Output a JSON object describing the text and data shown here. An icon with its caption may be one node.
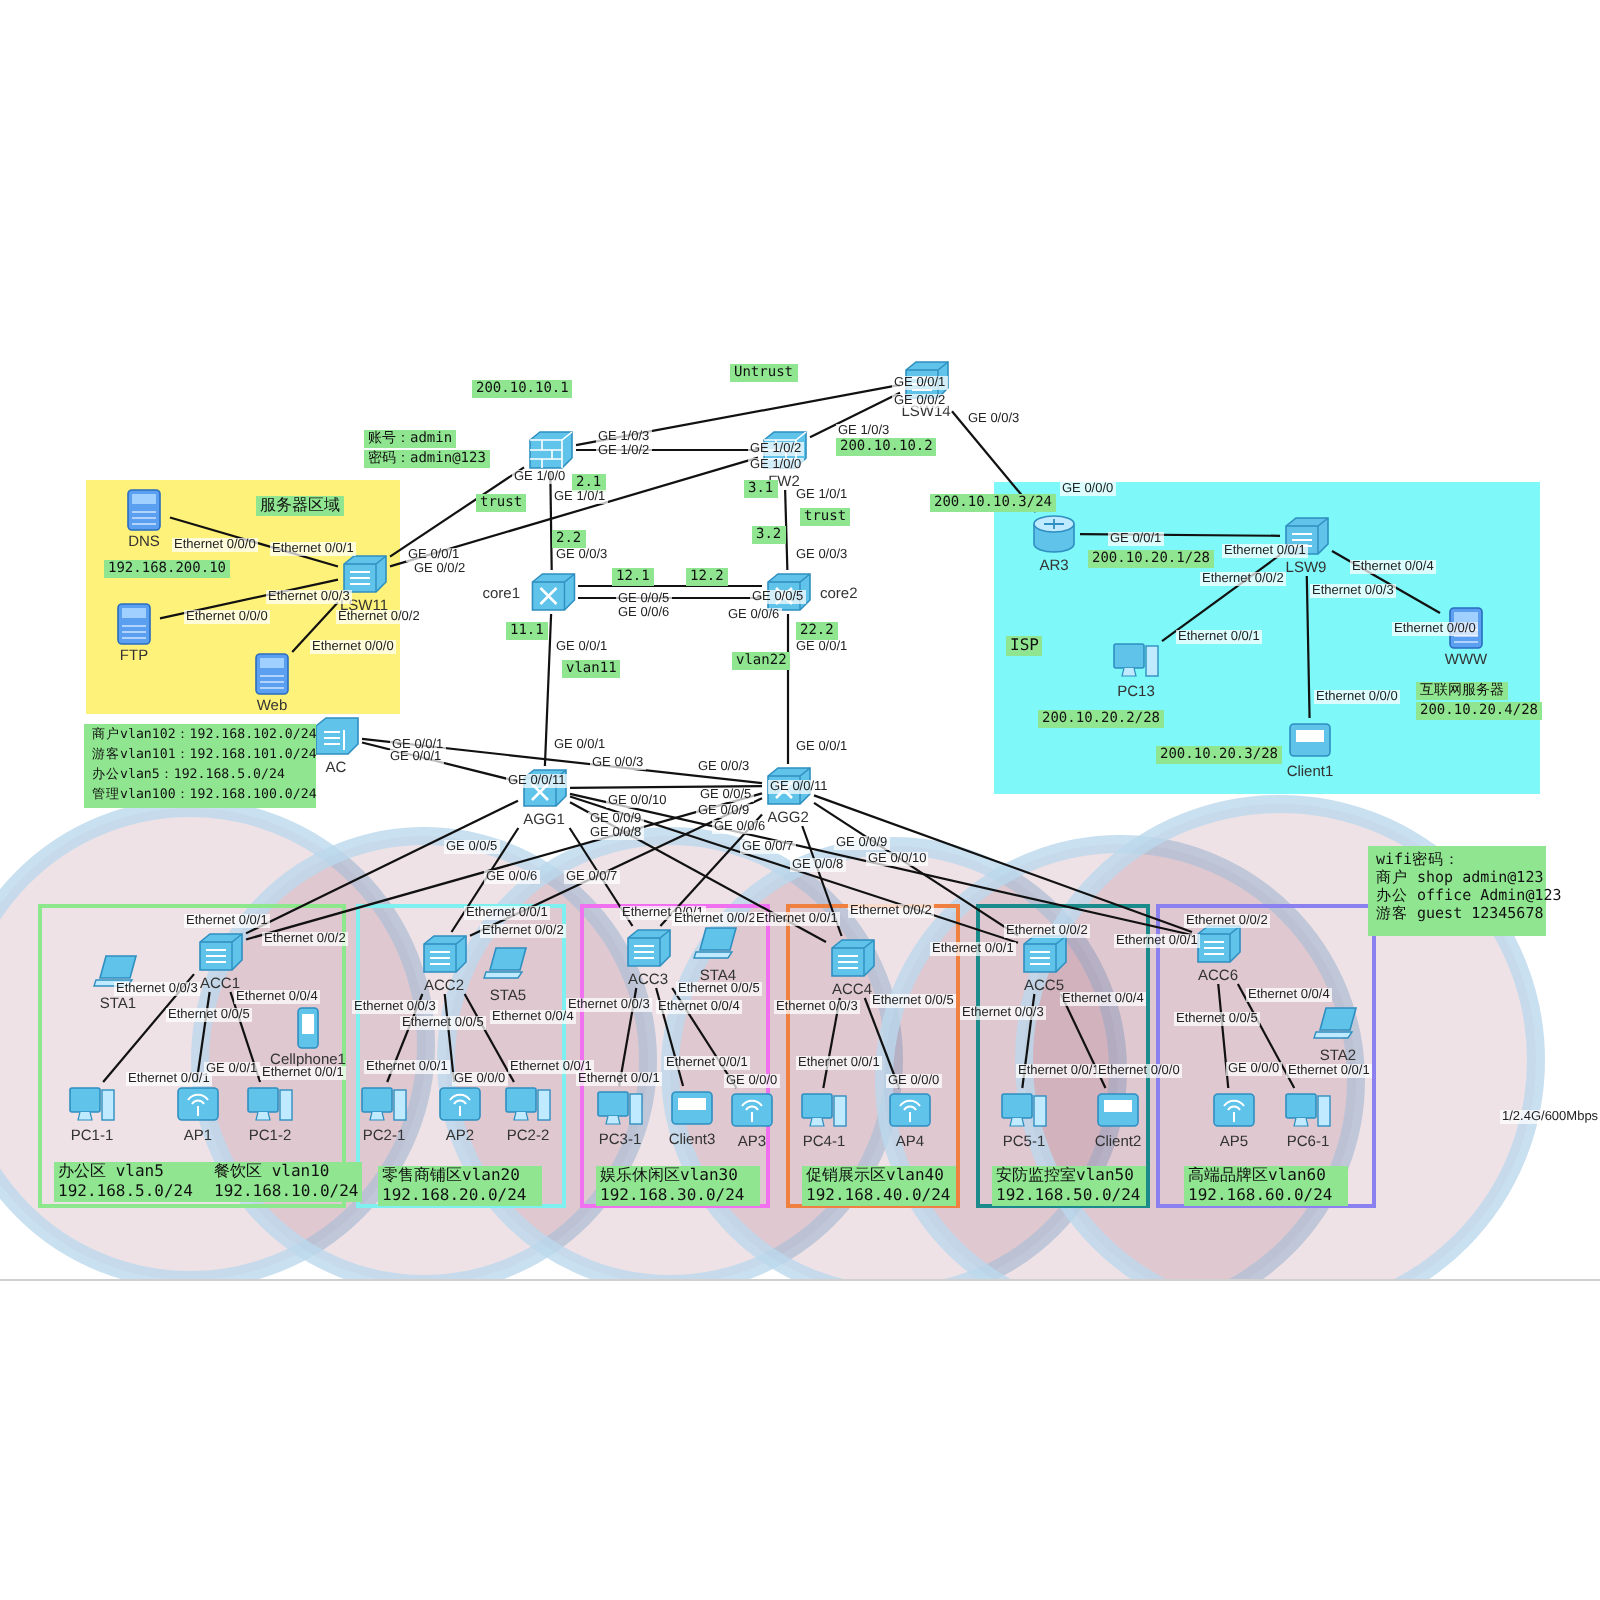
{
  "diagram": {
    "nodes": [
      {
        "text": [
          "服务器区域"
        ]
      },
      {
        "text": [
          "DNS"
        ],
        "in": 0
      },
      {
        "text": [
          "FTP"
        ],
        "in": 0
      },
      {
        "text": [
          "Web"
        ],
        "in": 0
      },
      {
        "text": [
          "LSW11"
        ],
        "in": 0
      },
      {
        "text": [],
        "shape": "box"
      },
      {
        "text": [
          "FW2"
        ]
      },
      {
        "text": [
          "LSW14"
        ]
      },
      {
        "text": [
          "ISP"
        ]
      },
      {
        "text": [
          "AR3"
        ],
        "in": 8
      },
      {
        "text": [
          "LSW9"
        ],
        "in": 8
      },
      {
        "text": [
          "PC13"
        ],
        "in": 8
      },
      {
        "text": [
          "Client1"
        ],
        "in": 8
      },
      {
        "text": [
          "WWW"
        ],
        "in": 8
      },
      {
        "text": [
          "core1"
        ]
      },
      {
        "text": [
          "core2"
        ]
      },
      {
        "text": [
          "AC"
        ]
      },
      {
        "text": [
          "AGG1"
        ]
      },
      {
        "text": [
          "AGG2"
        ]
      },
      {
        "text": [
          "办公区 vlan5 192.168.5.0/24",
          "餐饮区 vlan10 192.168.10.0/24"
        ]
      },
      {
        "text": [
          "ACC1"
        ],
        "in": 19
      },
      {
        "text": [
          "STA1"
        ],
        "in": 19
      },
      {
        "text": [
          "Cellphone1"
        ],
        "in": 19
      },
      {
        "text": [
          "PC1-1"
        ],
        "in": 19
      },
      {
        "text": [
          "AP1"
        ],
        "in": 19
      },
      {
        "text": [
          "PC1-2"
        ],
        "in": 19
      },
      {
        "text": [
          "零售商铺区vlan20 192.168.20.0/24"
        ]
      },
      {
        "text": [
          "ACC2"
        ],
        "in": 26
      },
      {
        "text": [
          "STA5"
        ],
        "in": 26
      },
      {
        "text": [
          "PC2-1"
        ],
        "in": 26
      },
      {
        "text": [
          "AP2"
        ],
        "in": 26
      },
      {
        "text": [
          "PC2-2"
        ],
        "in": 26
      },
      {
        "text": [
          "娱乐休闲区vlan30 192.168.30.0/24"
        ]
      },
      {
        "text": [
          "ACC3"
        ],
        "in": 32
      },
      {
        "text": [
          "STA4"
        ],
        "in": 32
      },
      {
        "text": [
          "PC3-1"
        ],
        "in": 32
      },
      {
        "text": [
          "Client3"
        ],
        "in": 32
      },
      {
        "text": [
          "AP3"
        ],
        "in": 32
      },
      {
        "text": [
          "促销展示区vlan40 192.168.40.0/24"
        ]
      },
      {
        "text": [
          "ACC4"
        ],
        "in": 38
      },
      {
        "text": [
          "PC4-1"
        ],
        "in": 38
      },
      {
        "text": [
          "AP4"
        ],
        "in": 38
      },
      {
        "text": [
          "安防监控室vlan50 192.168.50.0/24"
        ]
      },
      {
        "text": [
          "ACC5"
        ],
        "in": 42
      },
      {
        "text": [
          "PC5-1"
        ],
        "in": 42
      },
      {
        "text": [
          "Client2"
        ],
        "in": 42
      },
      {
        "text": [
          "高端品牌区vlan60 192.168.60.0/24"
        ]
      },
      {
        "text": [
          "ACC6"
        ],
        "in": 46
      },
      {
        "text": [
          "STA2"
        ],
        "in": 46
      },
      {
        "text": [
          "AP5"
        ],
        "in": 46
      },
      {
        "text": [
          "PC6-1"
        ],
        "in": 46
      }
    ],
    "edges": [
      {
        "from": 1,
        "to": 4,
        "arrow": "none"
      },
      {
        "from": 2,
        "to": 4,
        "arrow": "none"
      },
      {
        "from": 3,
        "to": 4,
        "arrow": "none"
      },
      {
        "from": 4,
        "to": 5,
        "arrow": "none"
      },
      {
        "from": 4,
        "to": 6,
        "arrow": "none"
      },
      {
        "from": 5,
        "to": 7,
        "arrow": "none"
      },
      {
        "from": 5,
        "to": 6,
        "arrow": "none"
      },
      {
        "from": 6,
        "to": 7,
        "arrow": "none"
      },
      {
        "from": 7,
        "to": 9,
        "arrow": "none"
      },
      {
        "from": 9,
        "to": 10,
        "arrow": "none"
      },
      {
        "from": 10,
        "to": 11,
        "arrow": "none"
      },
      {
        "from": 10,
        "to": 12,
        "arrow": "none"
      },
      {
        "from": 10,
        "to": 13,
        "arrow": "none"
      },
      {
        "from": 5,
        "to": 14,
        "arrow": "none"
      },
      {
        "from": 6,
        "to": 15,
        "arrow": "none"
      },
      {
        "from": 14,
        "to": 15,
        "arrow": "none"
      },
      {
        "from": 14,
        "to": 15,
        "arrow": "none"
      },
      {
        "from": 14,
        "to": 17,
        "arrow": "none"
      },
      {
        "from": 15,
        "to": 18,
        "arrow": "none"
      },
      {
        "from": 16,
        "to": 17,
        "arrow": "none"
      },
      {
        "from": 16,
        "to": 18,
        "arrow": "none"
      },
      {
        "from": 17,
        "to": 18,
        "arrow": "none"
      },
      {
        "from": 17,
        "to": 20,
        "arrow": "none"
      },
      {
        "from": 17,
        "to": 27,
        "arrow": "none"
      },
      {
        "from": 17,
        "to": 33,
        "arrow": "none"
      },
      {
        "from": 17,
        "to": 39,
        "arrow": "none"
      },
      {
        "from": 17,
        "to": 43,
        "arrow": "none"
      },
      {
        "from": 17,
        "to": 47,
        "arrow": "none"
      },
      {
        "from": 18,
        "to": 20,
        "arrow": "none"
      },
      {
        "from": 18,
        "to": 27,
        "arrow": "none"
      },
      {
        "from": 18,
        "to": 33,
        "arrow": "none"
      },
      {
        "from": 18,
        "to": 39,
        "arrow": "none"
      },
      {
        "from": 18,
        "to": 43,
        "arrow": "none"
      },
      {
        "from": 18,
        "to": 47,
        "arrow": "none"
      },
      {
        "from": 20,
        "to": 23,
        "arrow": "none"
      },
      {
        "from": 20,
        "to": 24,
        "arrow": "none"
      },
      {
        "from": 20,
        "to": 25,
        "arrow": "none"
      },
      {
        "from": 27,
        "to": 29,
        "arrow": "none"
      },
      {
        "from": 27,
        "to": 30,
        "arrow": "none"
      },
      {
        "from": 27,
        "to": 31,
        "arrow": "none"
      },
      {
        "from": 33,
        "to": 35,
        "arrow": "none"
      },
      {
        "from": 33,
        "to": 36,
        "arrow": "none"
      },
      {
        "from": 33,
        "to": 37,
        "arrow": "none"
      },
      {
        "from": 39,
        "to": 40,
        "arrow": "none"
      },
      {
        "from": 39,
        "to": 41,
        "arrow": "none"
      },
      {
        "from": 43,
        "to": 44,
        "arrow": "none"
      },
      {
        "from": 43,
        "to": 45,
        "arrow": "none"
      },
      {
        "from": 47,
        "to": 49,
        "arrow": "none"
      },
      {
        "from": 47,
        "to": 50,
        "arrow": "none"
      }
    ],
    "labels": [
      "Untrust",
      "200.10.10.1",
      "GE 0/0/1",
      "GE 0/0/2",
      "账号：admin",
      "密码：admin@123",
      "GE 1/0/3",
      "GE 1/0/2",
      "GE 1/0/3",
      "200.10.10.2",
      "GE 0/0/3",
      "GE 1/0/2",
      "GE 1/0/0",
      "GE 1/0/0",
      "2.1",
      "GE 1/0/1",
      "trust",
      "3.1",
      "GE 1/0/1",
      "trust",
      "200.10.10.3/24",
      "GE 0/0/0",
      "GE 0/0/1",
      "2.2",
      "GE 0/0/3",
      "3.2",
      "GE 0/0/3",
      "GE 0/0/2",
      "GE 0/0/1",
      "Ethernet 0/0/1",
      "Ethernet 0/0/2",
      "Ethernet 0/0/4",
      "Ethernet 0/0/3",
      "200.10.20.1/28",
      "12.1",
      "12.2",
      "GE 0/0/5",
      "GE 0/0/6",
      "GE 0/0/5",
      "GE 0/0/6",
      "11.1",
      "22.2",
      "GE 0/0/1",
      "GE 0/0/1",
      "vlan11",
      "vlan22",
      "Ethernet 0/0/0",
      "Ethernet 0/0/1",
      "Ethernet 0/0/3",
      "Ethernet 0/0/0",
      "Ethernet 0/0/2",
      "Ethernet 0/0/0",
      "Ethernet 0/0/1",
      "Ethernet 0/0/0",
      "200.10.20.2/28",
      "Ethernet 0/0/0",
      "200.10.20.3/28",
      "互联网服务器",
      "200.10.20.4/28",
      "192.168.200.10",
      "商户vlan102：192.168.102.0/24",
      "游客vlan101：192.168.101.0/24",
      "办公vlan5：192.168.5.0/24",
      "管理vlan100：192.168.100.0/24",
      "GE 0/0/1",
      "GE 0/0/1",
      "GE 0/0/1",
      "GE 0/0/11",
      "GE 0/0/1",
      "GE 0/0/3",
      "GE 0/0/3",
      "GE 0/0/11",
      "GE 0/0/5",
      "GE 0/0/10",
      "GE 0/0/9",
      "GE 0/0/9",
      "GE 0/0/8",
      "GE 0/0/6",
      "GE 0/0/7",
      "GE 0/0/8",
      "GE 0/0/9",
      "GE 0/0/10",
      "GE 0/0/7",
      "GE 0/0/5",
      "GE 0/0/6",
      "Ethernet 0/0/1",
      "Ethernet 0/0/2",
      "Ethernet 0/0/3",
      "Ethernet 0/0/4",
      "Ethernet 0/0/5",
      "Ethernet 0/0/1",
      "GE 0/0/1",
      "Ethernet 0/0/1",
      "Ethernet 0/0/1",
      "Ethernet 0/0/2",
      "Ethernet 0/0/3",
      "Ethernet 0/0/5",
      "Ethernet 0/0/4",
      "Ethernet 0/0/1",
      "GE 0/0/0",
      "Ethernet 0/0/1",
      "Ethernet 0/0/1",
      "Ethernet 0/0/2",
      "Ethernet 0/0/3",
      "Ethernet 0/0/4",
      "Ethernet 0/0/5",
      "Ethernet 0/0/1",
      "Ethernet 0/0/1",
      "GE 0/0/0",
      "Ethernet 0/0/1",
      "Ethernet 0/0/2",
      "Ethernet 0/0/3",
      "Ethernet 0/0/5",
      "Ethernet 0/0/1",
      "GE 0/0/0",
      "Ethernet 0/0/2",
      "Ethernet 0/0/1",
      "Ethernet 0/0/3",
      "Ethernet 0/0/4",
      "Ethernet 0/0/1",
      "Ethernet 0/0/0",
      "Ethernet 0/0/2",
      "Ethernet 0/0/1",
      "Ethernet 0/0/5",
      "Ethernet 0/0/4",
      "GE 0/0/0",
      "Ethernet 0/0/1",
      "1/2.4G/600Mbps",
      "wifi密码：",
      "商户 shop admin@123",
      "办公 office Admin@123",
      "游客 guest 12345678"
    ]
  }
}
